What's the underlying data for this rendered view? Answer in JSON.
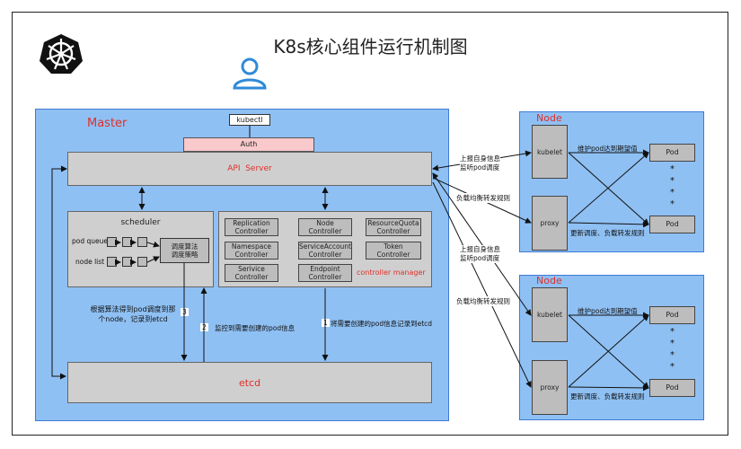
{
  "title": "K8s核心组件运行机制图",
  "kubectl": "kubectl",
  "master": {
    "label": "Master",
    "auth": "Auth",
    "api_server": "API  Server",
    "scheduler": {
      "label": "scheduler",
      "pod_queue": "pod queue",
      "node_list": "node list",
      "policy": "调度算法\n调度策略"
    },
    "controllers": [
      "Replication\nController",
      "Node\nController",
      "ResourceQuota\nController",
      "Namespace\nController",
      "ServiceAccount\nController",
      "Token\nController",
      "Serivice\nController",
      "Endpoint\nController"
    ],
    "controller_manager": "controller manager",
    "etcd": "etcd",
    "scheduler_note": "根据算法得到pod调度到那\n个node，记录到etcd",
    "step1": "1",
    "step1_text": "将需要创建的pod信息记录到etcd",
    "step2": "2",
    "step2_text": "监控到需要创建的pod信息",
    "step3": "3"
  },
  "nodes": [
    {
      "label": "Node",
      "kubelet": "kubelet",
      "proxy": "proxy",
      "pod": "Pod",
      "kubelet_note": "维护pod达到期望值",
      "proxy_note": "更新调度、负载转发规则",
      "dots": "*"
    },
    {
      "label": "Node",
      "kubelet": "kubelet",
      "proxy": "proxy",
      "pod": "Pod",
      "kubelet_note": "维护pod达到期望值",
      "proxy_note": "更新调度、负载转发规则",
      "dots": "*"
    }
  ],
  "links": {
    "report_1": "上报自身信息\n监听pod调度",
    "lb_1": "负载均衡转发规则",
    "report_2": "上报自身信息\n监听pod调度",
    "lb_2": "负载均衡转发规则"
  },
  "colors": {
    "panel_blue": "#8fc0f3",
    "auth_pink": "#f9c9cc",
    "label_red": "#e0302a",
    "user_blue": "#2e8ad8"
  }
}
